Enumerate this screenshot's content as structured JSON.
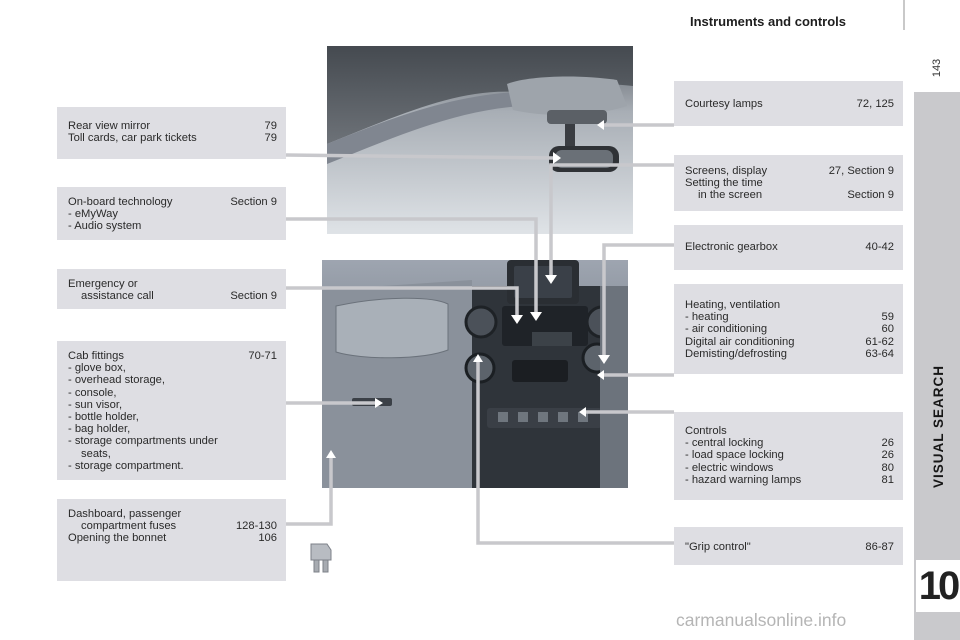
{
  "header": {
    "title": "Instruments and controls",
    "page_number": "143"
  },
  "sidebar": {
    "section_label": "VISUAL SEARCH",
    "chapter_number": "10"
  },
  "left_boxes": {
    "rear_mirror": {
      "rows": [
        {
          "label": "Rear view mirror",
          "page": "79"
        },
        {
          "label": "Toll cards, car park tickets",
          "page": "79"
        }
      ]
    },
    "onboard": {
      "title": "On-board technology",
      "page": "Section 9",
      "items": [
        "-  eMyWay",
        "-  Audio system"
      ]
    },
    "emergency": {
      "line1": "Emergency or",
      "line2": "assistance call",
      "page": "Section 9"
    },
    "cab": {
      "title": "Cab fittings",
      "page": "70-71",
      "items": [
        "-  glove box,",
        "-  overhead storage,",
        "-  console,",
        "-  sun visor,",
        "-  bottle holder,",
        "-  bag holder,",
        "-  storage compartments under"
      ],
      "item_cont": "seats,",
      "last_item": "-  storage compartment."
    },
    "dashboard": {
      "line1": "Dashboard, passenger",
      "line2": "compartment fuses",
      "page1": "128-130",
      "line3": "Opening the bonnet",
      "page2": "106"
    }
  },
  "right_boxes": {
    "courtesy": {
      "label": "Courtesy lamps",
      "page": "72, 125"
    },
    "screens": {
      "label": "Screens, display",
      "page": "27, Section 9",
      "line2": "Setting the time",
      "line3": "in the screen",
      "page2": "Section 9"
    },
    "gearbox": {
      "label": "Electronic gearbox",
      "page": "40-42"
    },
    "heating": {
      "title": "Heating, ventilation",
      "rows": [
        {
          "label": "-  heating",
          "page": "59"
        },
        {
          "label": "-  air conditioning",
          "page": "60"
        },
        {
          "label": "Digital air conditioning",
          "page": "61-62"
        },
        {
          "label": "Demisting/defrosting",
          "page": "63-64"
        }
      ]
    },
    "controls": {
      "title": "Controls",
      "rows": [
        {
          "label": "-  central locking",
          "page": "26"
        },
        {
          "label": "-  load space locking",
          "page": "26"
        },
        {
          "label": "-  electric windows",
          "page": "80"
        },
        {
          "label": "-  hazard warning lamps",
          "page": "81"
        }
      ]
    },
    "grip": {
      "label": "\"Grip control\"",
      "page": "86-87"
    }
  },
  "watermark": "carmanualsonline.info",
  "colors": {
    "box_bg": "#dedee3",
    "sidebar_bg": "#c9c9cc",
    "leader": "#c8c8cc"
  }
}
